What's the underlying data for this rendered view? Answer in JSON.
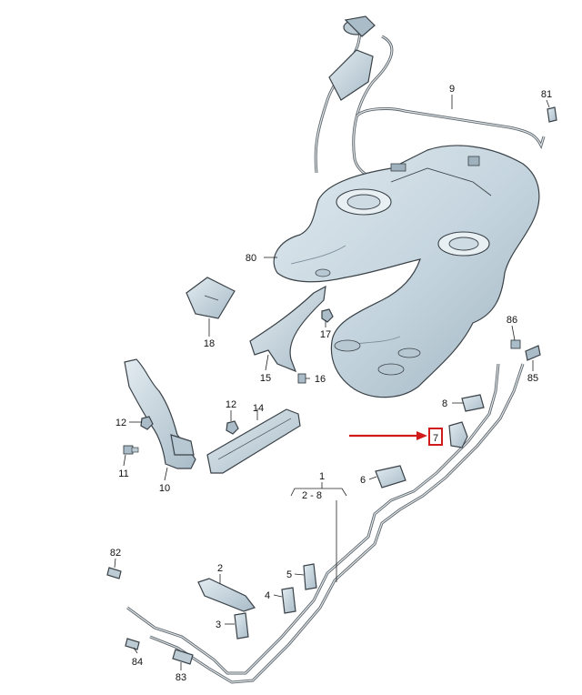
{
  "diagram": {
    "highlight_color": "#d11a1a",
    "part_fill": "#c7d6df",
    "part_shadow": "#9fb1bd",
    "labels": {
      "l1": "1",
      "l1_range": "2 - 8",
      "l2": "2",
      "l3": "3",
      "l4": "4",
      "l5": "5",
      "l6": "6",
      "l7": "7",
      "l8": "8",
      "l9": "9",
      "l10": "10",
      "l11": "11",
      "l12a": "12",
      "l12b": "12",
      "l14": "14",
      "l15": "15",
      "l16": "16",
      "l17": "17",
      "l18": "18",
      "l80": "80",
      "l81": "81",
      "l82": "82",
      "l83": "83",
      "l84": "84",
      "l85": "85",
      "l86": "86"
    }
  }
}
